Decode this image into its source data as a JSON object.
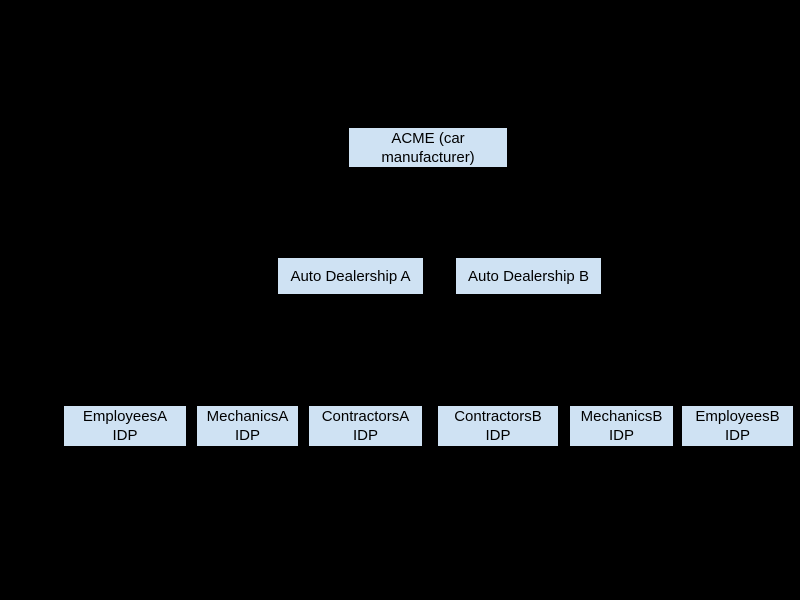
{
  "colors": {
    "background": "#000000",
    "node_fill": "#cfe2f3",
    "node_border": "#000000",
    "text": "#000000"
  },
  "nodes": [
    {
      "id": "acme",
      "label": "ACME (car\nmanufacturer)"
    },
    {
      "id": "dealership-a",
      "label": "Auto Dealership A"
    },
    {
      "id": "dealership-b",
      "label": "Auto Dealership B"
    },
    {
      "id": "employees-a",
      "label": "EmployeesA\nIDP"
    },
    {
      "id": "mechanics-a",
      "label": "MechanicsA\nIDP"
    },
    {
      "id": "contractors-a",
      "label": "ContractorsA\nIDP"
    },
    {
      "id": "contractors-b",
      "label": "ContractorsB\nIDP"
    },
    {
      "id": "mechanics-b",
      "label": "MechanicsB\nIDP"
    },
    {
      "id": "employees-b",
      "label": "EmployeesB\nIDP"
    }
  ]
}
